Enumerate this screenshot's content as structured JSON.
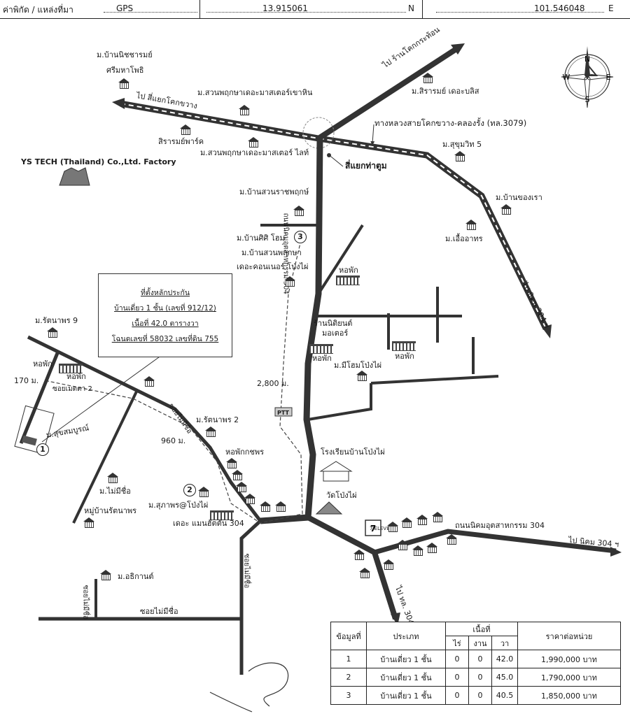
{
  "header": {
    "label": "ค่าพิกัด / แหล่งที่มา",
    "source": "GPS",
    "latitude": "13.915061",
    "lat_dir": "N",
    "longitude": "101.546048",
    "lon_dir": "E"
  },
  "compass": {
    "n": "N",
    "s": "S",
    "e": "E",
    "w": "W"
  },
  "labels": {
    "ban_nichakarn": "ม.บ้านนิชชารมย์",
    "srimahapho": "ศรีมหาโพธิ",
    "to_yaek_khok_khwang": "ไป สี่แยกโคกขวาง",
    "suan_phruksa_khao_hin": "ม.สวนพฤกษาเดอะมาสเตอร์เขาหิน",
    "sirarom_park": "สิรารมย์พาร์ค",
    "suan_phruksa_light": "ม.สวนพฤกษาเดอะมาสเตอร์ ไลท์",
    "ys_tech": "YS TECH (Thailand) Co.,Ltd. Factory",
    "to_ban_khok_krathon": "ไป ร้านโคกกระท้อน",
    "sirarom_bliss": "ม.สิรารมย์ เดอะบลิส",
    "highway": "ทางหลวงสายโคกขวาง-คลองรั้ง (ทล.3079)",
    "sukhumvit5": "ม.สุขุมวิท 5",
    "yaek_tha_tum": "สี่แยกท่าตูม",
    "ban_khong_rao": "ม.บ้านของเรา",
    "ua_athon": "ม.เอื้ออาทร",
    "to_nikhom_304_ne": "ไป นิคม 304 ฯ",
    "suan_ratchaphruek": "ม.บ้านสวนราชพฤกษ์",
    "nikhom_road_vertical": "ถนนนิคมอุตสาหกรรม 304",
    "ban_sisi_home": "ม.บ้านศิศิ โฮม",
    "suan_phruksa_corner": "ม.บ้านสวนพฤกษา",
    "corner_pong_phai": "เดอะคอนเนอร์ โป่งไผ่",
    "dorm": "หอพัก",
    "ran_nithiyon": "ร้านนิติยนต์",
    "motor": "มอเตอร์",
    "mi_home": "ม.มีโฮมโป่งไผ่",
    "rattanaporn9": "ม.รัตนาพร 9",
    "dist_170": "170 ม.",
    "soi_metta": "ซอยเมตตา 2",
    "sukhsombun": "ม.สุขสมบูรณ์",
    "soi_mai_mi_chue_diag": "ซอยไม่มีชื่อ",
    "rattanaporn2": "ม.รัตนาพร 2",
    "dist_960": "960 ม.",
    "dist_2800": "2,800 ม.",
    "dorm_kotchaphon": "หอพักกชพร",
    "school": "โรงเรียนบ้านโป่งไผ่",
    "mai_mi_chue_village": "ม.ไม่มีชื่อ",
    "ban_rattanaporn": "หมู่บ้านรัตนาพร",
    "supaphorn": "ม.สุภาพร@โป่งไผ่",
    "manhattan": "เดอะ แมนฮัตตัน 304",
    "wat_pong_phai": "วัดโป่งไผ่",
    "nikhom_road_horizontal": "ถนนนิคมอุตสาหกรรม 304",
    "to_nikhom_304_e": "ไป นิคม 304 ฯ",
    "soi_mai_mi_chue_vert": "ซอยไม่มีชื่อ",
    "athikan": "ม.อธิกานต์",
    "soi_mai_mi_chue_left": "ซอยไม่มีชื่อ",
    "soi_mai_mi_chue_bottom": "ซอยไม่มีชื่อ",
    "to_thl_304": "ไป ทล. 304",
    "seven_eleven": "7 ELEVEN",
    "ptt": "PTT"
  },
  "infobox": {
    "title": "ที่ตั้งหลักประกัน",
    "line1": "บ้านเดี่ยว 1 ชั้น (เลขที่ 912/12)",
    "line2": "เนื้อที่ 42.0 ตารางวา",
    "line3": "โฉนดเลขที่ 58032 เลขที่ดิน 755"
  },
  "markers": [
    "1",
    "2",
    "3"
  ],
  "table": {
    "headers": {
      "no": "ข้อมูลที่",
      "type": "ประเภท",
      "area": "เนื้อที่",
      "rai": "ไร่",
      "ngan": "งาน",
      "wa": "วา",
      "price": "ราคาต่อหน่วย"
    },
    "rows": [
      {
        "no": "1",
        "type": "บ้านเดี่ยว 1 ชั้น",
        "rai": "0",
        "ngan": "0",
        "wa": "42.0",
        "price": "1,990,000 บาท"
      },
      {
        "no": "2",
        "type": "บ้านเดี่ยว 1 ชั้น",
        "rai": "0",
        "ngan": "0",
        "wa": "45.0",
        "price": "1,790,000 บาท"
      },
      {
        "no": "3",
        "type": "บ้านเดี่ยว 1 ชั้น",
        "rai": "0",
        "ngan": "0",
        "wa": "40.5",
        "price": "1,850,000 บาท"
      }
    ]
  }
}
